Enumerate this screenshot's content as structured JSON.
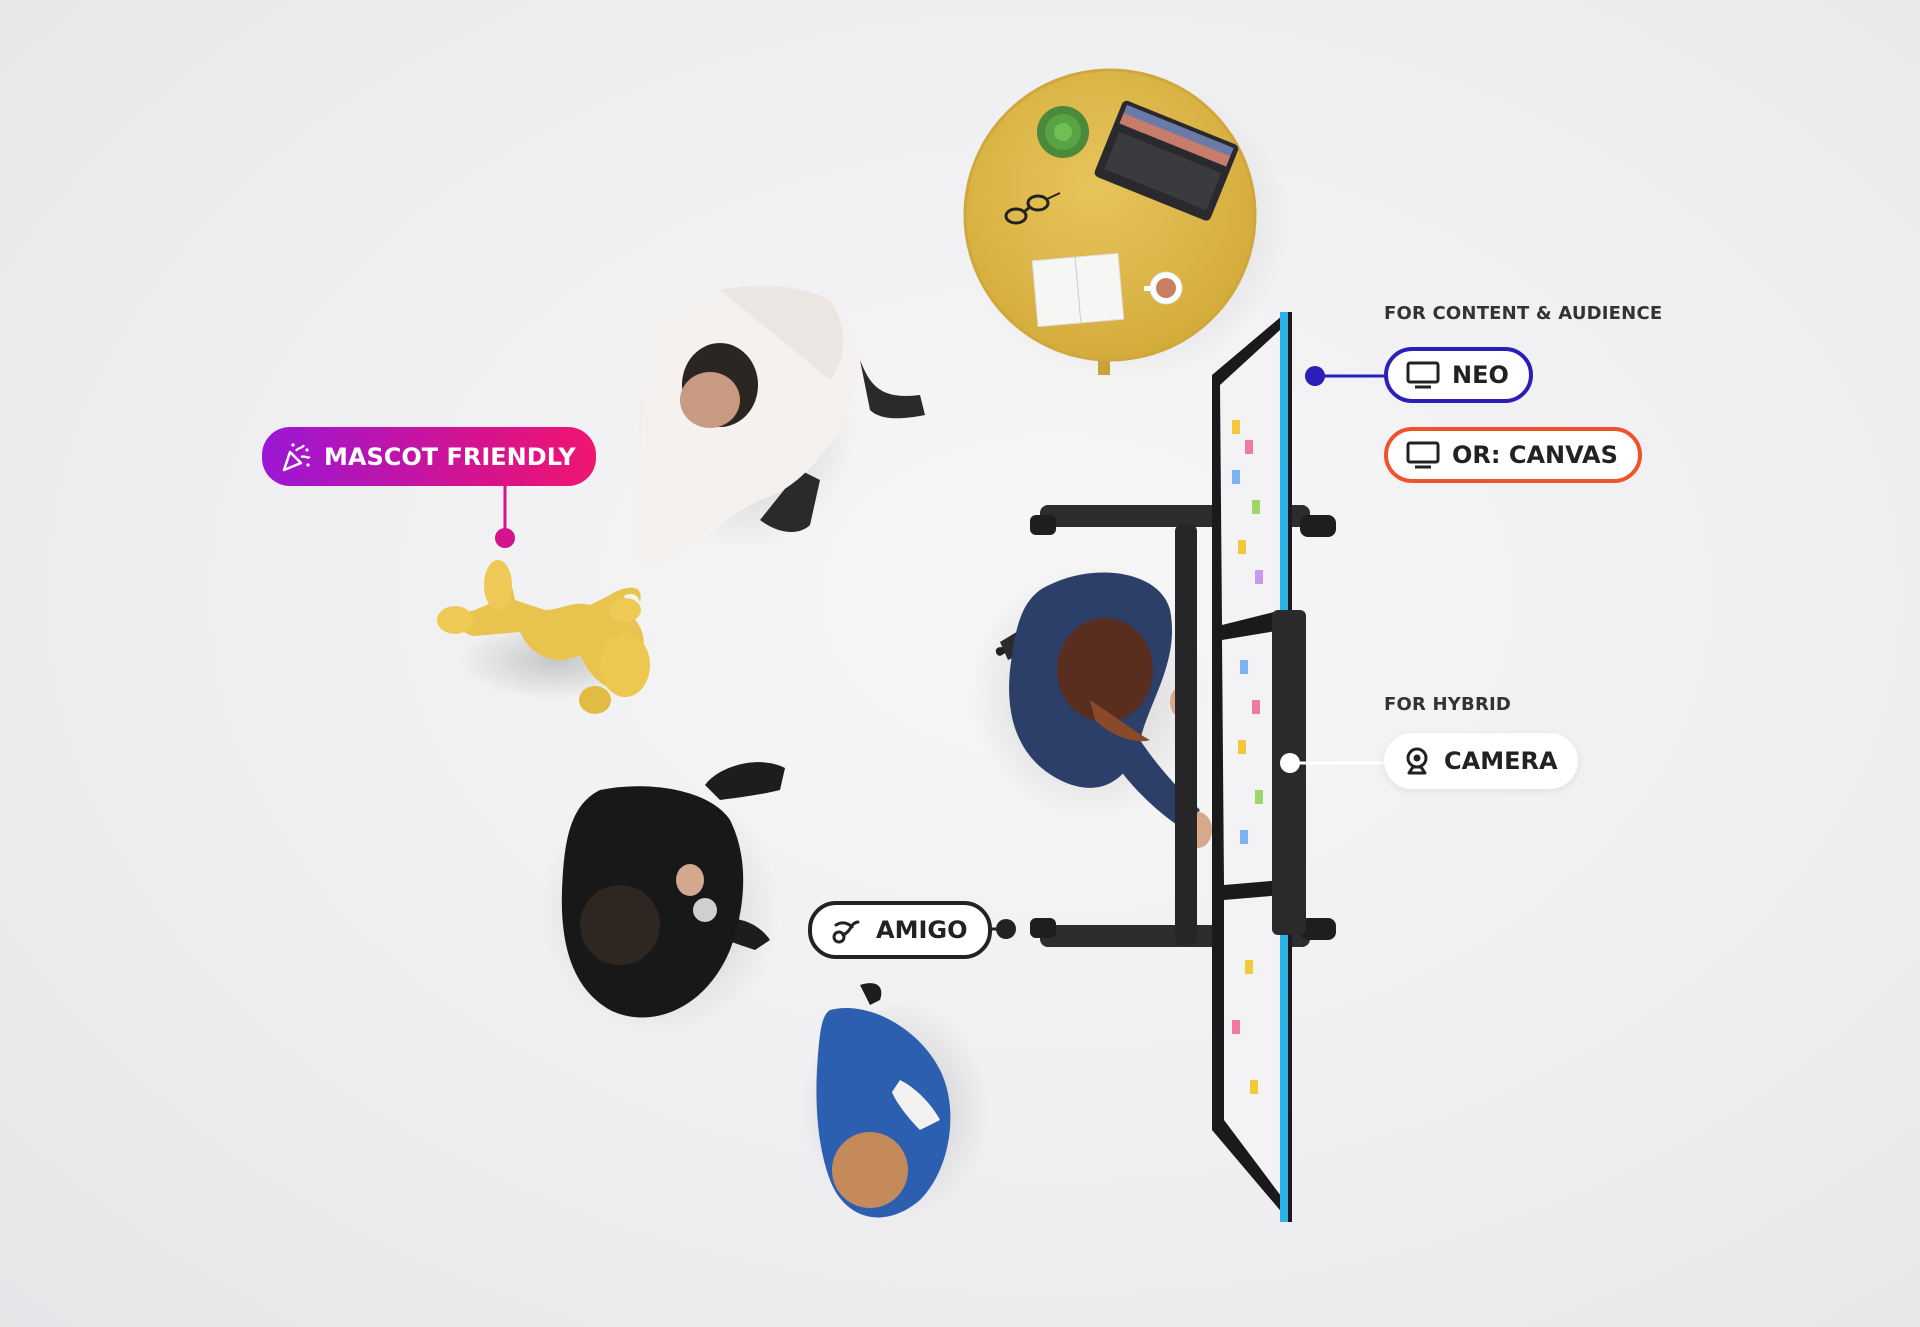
{
  "captions": {
    "content_audience": "FOR CONTENT & AUDIENCE",
    "hybrid": "FOR HYBRID"
  },
  "labels": {
    "neo": {
      "text": "NEO",
      "icon": "monitor-icon",
      "color": "#2a1fb8"
    },
    "canvas": {
      "text": "OR: CANVAS",
      "icon": "monitor-icon",
      "color": "#f0522a"
    },
    "camera": {
      "text": "CAMERA",
      "icon": "webcam-icon",
      "color": "#ffffff"
    },
    "amigo": {
      "text": "AMIGO",
      "icon": "cart-link-icon",
      "color": "#222222"
    },
    "mascot": {
      "text": "MASCOT FRIENDLY",
      "icon": "party-popper-icon",
      "color_start": "#9b17d6",
      "color_end": "#f01670"
    }
  }
}
